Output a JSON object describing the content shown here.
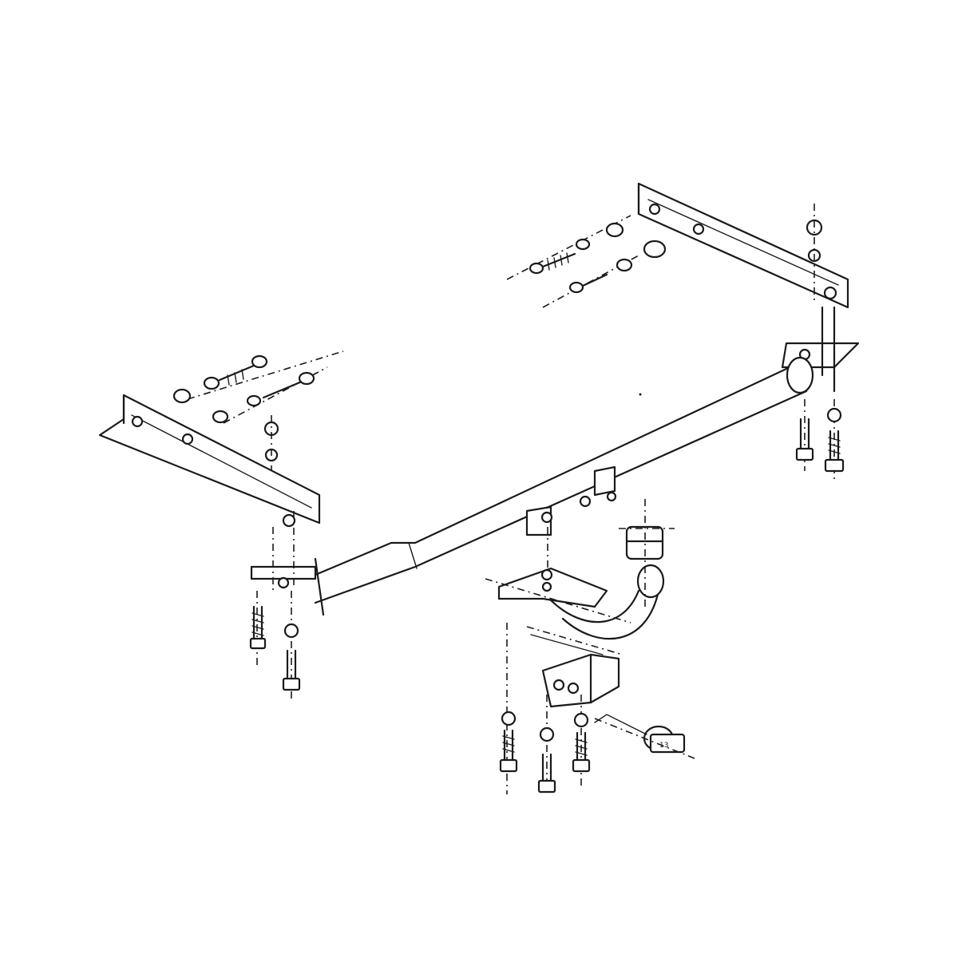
{
  "diagram": {
    "parts": {
      "crossbar": "crossbar-tube",
      "left_bracket": "left-side-bracket",
      "right_bracket": "right-side-bracket",
      "tow_ball": "tow-ball-neck",
      "ball_cap": "tow-ball-cap",
      "socket_plate": "socket-mounting-plate",
      "electrical_socket": "electrical-socket"
    },
    "callout_text": {
      "socket_label": "13"
    },
    "colors": {
      "line": "#1a1a1a",
      "background": "#ffffff"
    }
  }
}
